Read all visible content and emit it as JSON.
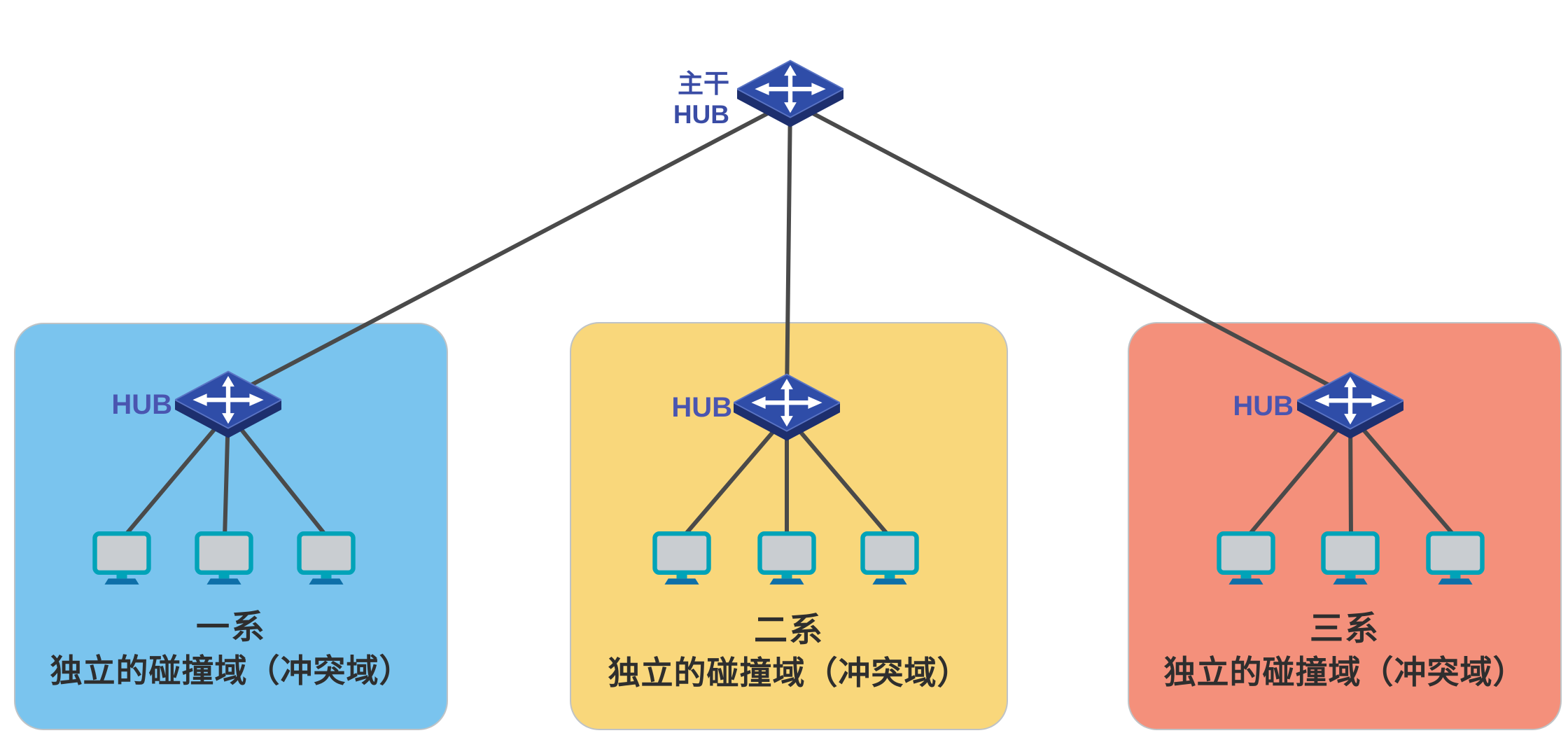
{
  "diagram": {
    "backbone_hub": {
      "label_line1": "主干",
      "label_line2": "HUB",
      "icon": "hub-icon"
    },
    "groups": [
      {
        "hub_label": "HUB",
        "name": "一系",
        "caption": "独立的碰撞域（冲突域）",
        "box_color": "#7ac4ee",
        "icon": "hub-icon",
        "computer_count": 3
      },
      {
        "hub_label": "HUB",
        "name": "二系",
        "caption": "独立的碰撞域（冲突域）",
        "box_color": "#f9d77b",
        "icon": "hub-icon",
        "computer_count": 3
      },
      {
        "hub_label": "HUB",
        "name": "三系",
        "caption": "独立的碰撞域（冲突域）",
        "box_color": "#f4907b",
        "icon": "hub-icon",
        "computer_count": 3
      }
    ],
    "icons": {
      "hub": "hub-icon (four-way arrows network hub)",
      "computer": "computer-icon (desktop monitor)"
    },
    "colors": {
      "line": "#4a4a4a",
      "backbone_label_text": "#3a4ca5",
      "hub_label_text": "#4a55b0",
      "caption_text": "#2e2e2e",
      "hub_top_face": "#2f4da8",
      "hub_side_face": "#1d2f6e",
      "monitor_border": "#00a3b8",
      "monitor_screen": "#c9cdd1",
      "monitor_base": "#0e6fa8"
    }
  }
}
